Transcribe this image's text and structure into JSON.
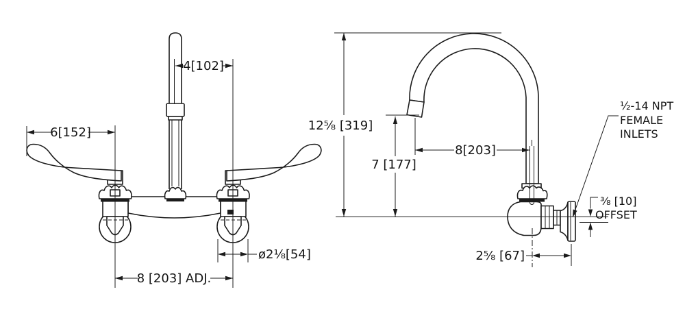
{
  "ink_color": "#1b1b1b",
  "background_color": "#ffffff",
  "front_view": {
    "dim_center_to_valve": "4[102]",
    "dim_handle_length": "6[152]",
    "dim_flange_diameter": "ø2⅛[54]",
    "dim_inlet_spacing": "8 [203] ADJ."
  },
  "side_view": {
    "dim_overall_height": "12⅝ [319]",
    "dim_outlet_height": "7 [177]",
    "dim_spout_reach": "8[203]",
    "dim_wall_projection": "2⅝ [67]",
    "dim_offset_value": "⅜ [10]",
    "dim_offset_word": "OFFSET",
    "callout_line1": "½-14 NPT",
    "callout_line2": "FEMALE",
    "callout_line3": "INLETS"
  }
}
